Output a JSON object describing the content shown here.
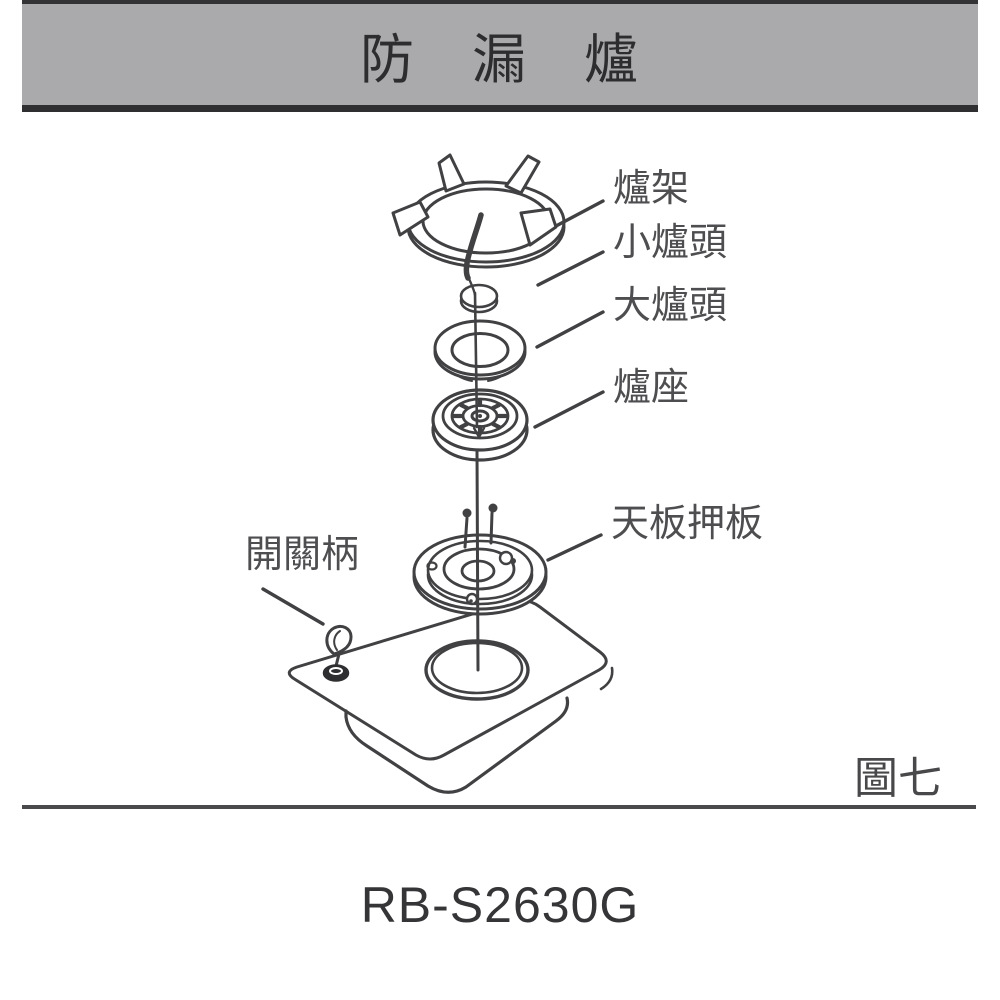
{
  "header": {
    "title": "防　漏　爐"
  },
  "diagram": {
    "figure_number": "圖七",
    "part_labels": {
      "grate": "爐架",
      "small_burner_head": "小爐頭",
      "large_burner_head": "大爐頭",
      "burner_seat": "爐座",
      "top_plate_press_plate": "天板押板",
      "switch_handle": "開關柄"
    }
  },
  "footer": {
    "model_number": "RB-S2630G"
  },
  "colors": {
    "header_bg": "#aaaaad",
    "header_border": "#2f2f31",
    "line": "#414143",
    "label_text": "#4e4e50"
  }
}
